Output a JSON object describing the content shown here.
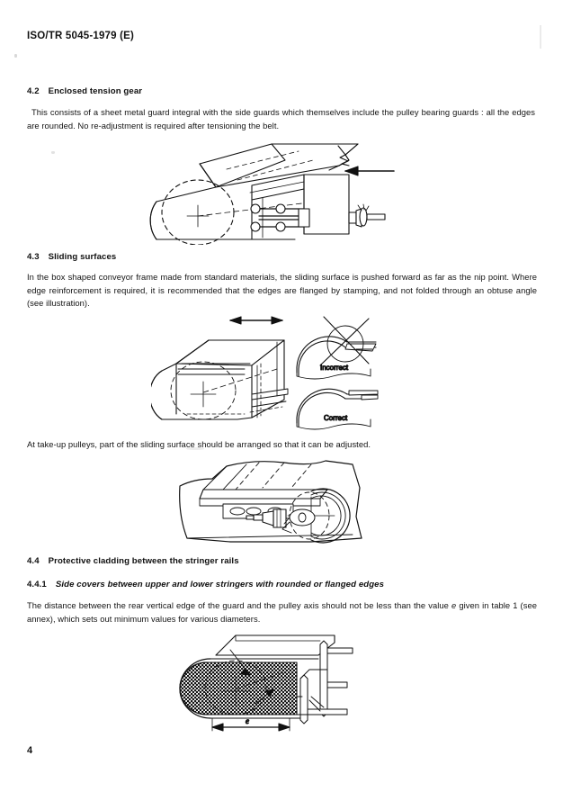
{
  "document": {
    "header": "ISO/TR 5045-1979 (E)",
    "page_number": "4"
  },
  "sections": [
    {
      "number": "4.2",
      "title": "Enclosed tension gear",
      "body": "This consists of a sheet metal guard integral with the side  guards which themselves include the pulley bearing guards : all the edges are rounded. No re-adjustment is required after tensioning the belt."
    },
    {
      "number": "4.3",
      "title": "Sliding surfaces",
      "body": "In the box shaped conveyor frame made from standard materials, the sliding surface is pushed forward as far as the nip point. Where edge reinforcement is required, it is recommended that the edges are flanged by stamping, and not folded through an obtuse angle (see illustration).",
      "body2": "At take-up pulleys, part of the sliding surface should be arranged so that it can be adjusted."
    },
    {
      "number": "4.4",
      "title": "Protective cladding between the stringer rails"
    },
    {
      "number": "4.4.1",
      "title": "Side covers between upper and lower stringers with rounded or flanged edges",
      "body_part1": "The distance between the rear vertical edge of the guard and the pulley axis should not be less than the value ",
      "body_symbol": "e",
      "body_part2": " given in table 1 (see annex), which sets out minimum values for various diameters."
    }
  ],
  "figures": [
    {
      "id": "fig-enclosed-tension-gear",
      "caption": "",
      "labels": [],
      "arrow": "left-arrow"
    },
    {
      "id": "fig-sliding-surface",
      "caption": "",
      "labels": [],
      "arrow": "double-arrow"
    },
    {
      "id": "fig-edge-detail",
      "caption": "",
      "labels": [
        "Incorrect",
        "Correct"
      ]
    },
    {
      "id": "fig-take-up-pulley",
      "caption": "",
      "labels": []
    },
    {
      "id": "fig-side-cover",
      "caption": "",
      "labels": [],
      "dimension_label": "e",
      "arrow": "double-arrow"
    }
  ],
  "colors": {
    "ink": "#111111",
    "paper": "#ffffff",
    "stipple": "#555555"
  }
}
